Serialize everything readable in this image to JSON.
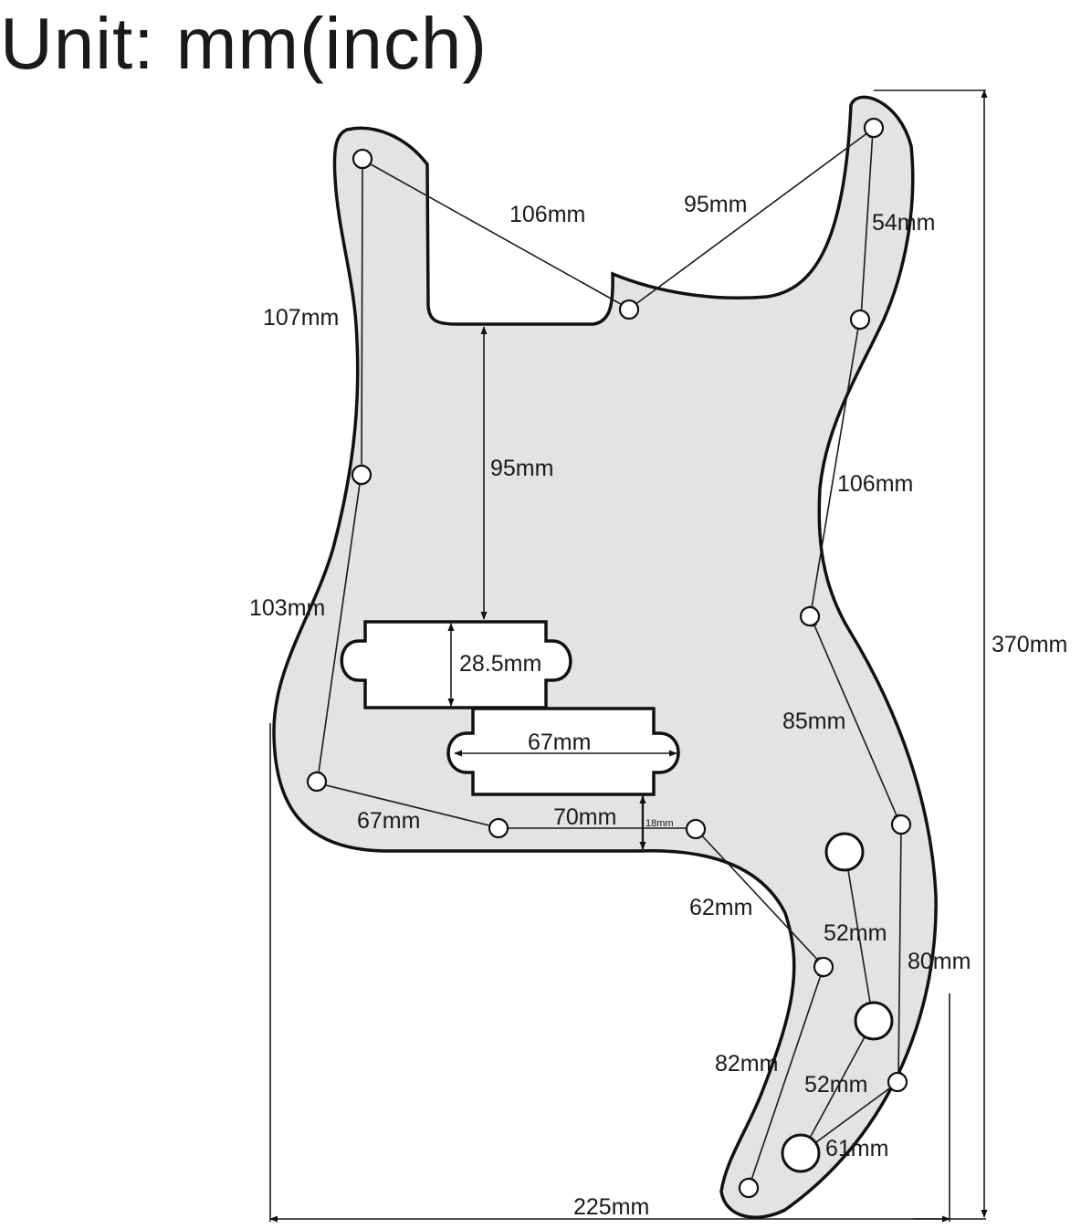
{
  "title": "Unit: mm(inch)",
  "colors": {
    "pickguard_fill": "#e3e3e3",
    "line": "#111111",
    "background": "#ffffff"
  },
  "labels": {
    "overall_width": "225mm",
    "overall_height": "370mm",
    "top_left_to_center": "106mm",
    "top_right_to_center": "95mm",
    "right_top_segment": "54mm",
    "left_upper_segment": "107mm",
    "center_to_pickup": "95mm",
    "right_middle_segment": "106mm",
    "left_lower_segment": "103mm",
    "pickup_height": "28.5mm",
    "pickup_width": "67mm",
    "right_lower_segment": "85mm",
    "bottom_left_segment": "67mm",
    "bottom_middle_segment": "70mm",
    "bottom_small_offset": "18mm",
    "horn_upper_segment": "62mm",
    "knob_spacing_upper": "52mm",
    "right_far_segment": "80mm",
    "horn_lower_segment": "82mm",
    "knob_spacing_lower": "52mm",
    "tail_segment": "61mm"
  }
}
